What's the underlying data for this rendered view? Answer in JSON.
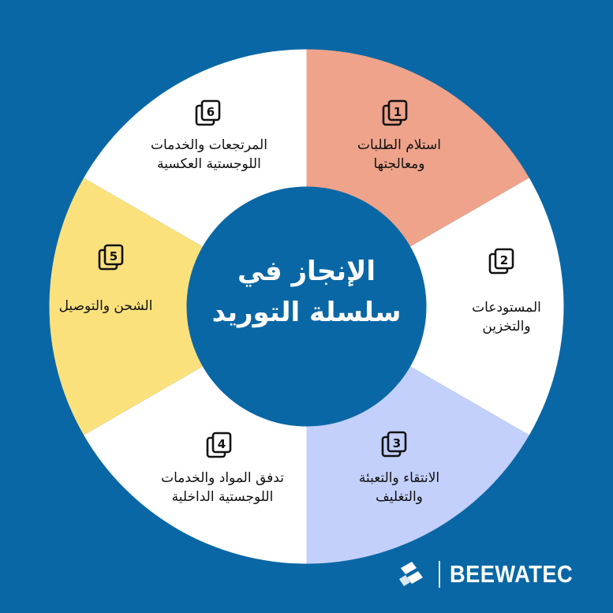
{
  "title": {
    "line1": "الإنجاز في",
    "line2": "سلسلة التوريد"
  },
  "segments": [
    {
      "num": "1",
      "line1": "استلام الطلبات",
      "line2": "ومعالجتها",
      "color": "#eea38a"
    },
    {
      "num": "2",
      "line1": "المستودعات",
      "line2": "والتخزين",
      "color": "#ffffff"
    },
    {
      "num": "3",
      "line1": "الانتقاء والتعبئة",
      "line2": "والتغليف",
      "color": "#c3d0fb"
    },
    {
      "num": "4",
      "line1": "تدفق المواد والخدمات",
      "line2": "اللوجستية الداخلية",
      "color": "#ffffff"
    },
    {
      "num": "5",
      "line1": "الشحن والتوصيل",
      "line2": "",
      "color": "#fbe17c"
    },
    {
      "num": "6",
      "line1": "المرتجعات والخدمات",
      "line2": "اللوجستية العكسية",
      "color": "#ffffff"
    }
  ],
  "brand": {
    "name": "BEEWATEC"
  },
  "colors": {
    "background": "#0a67a5",
    "center": "#0a67a5"
  }
}
